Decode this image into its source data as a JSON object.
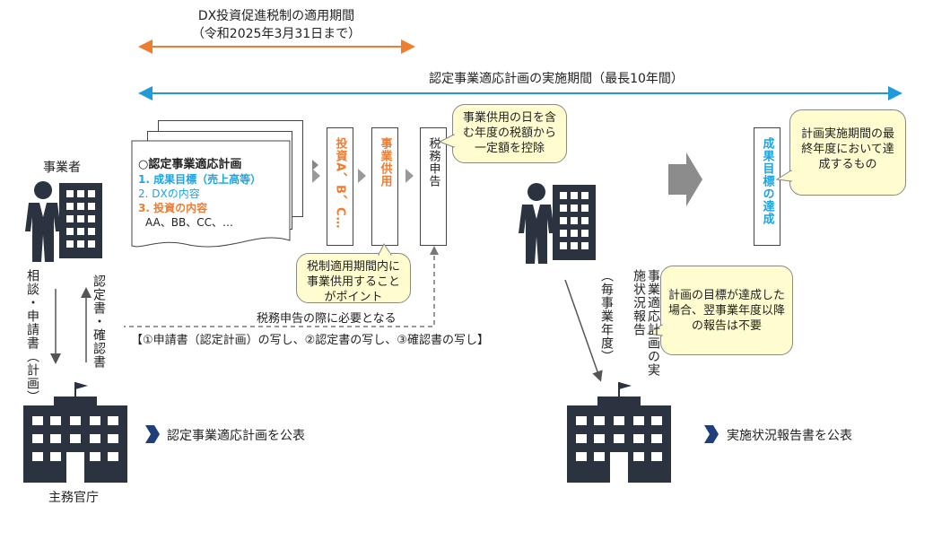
{
  "tax_period": {
    "line1": "DX投資促進税制の適用期間",
    "line2": "（令和2025年3月31日まで）"
  },
  "plan_period": "認定事業適応計画の実施期間（最長10年間）",
  "business_operator": "事業者",
  "ministry": "主務官庁",
  "consult_application": "相談・申請書（計画）",
  "certificate_confirmation": "認定書・確認書",
  "document": {
    "title": "○認定事業適応計画",
    "item1": "1.  成果目標（売上高等）",
    "item2": "2.  DXの内容",
    "item3": "3.  投資の内容",
    "item4": "AA、BB、CC、…"
  },
  "steps": {
    "investment": "投資A、B、C…",
    "business_use": "事業供用",
    "tax_return": "税務申告",
    "goal_achievement": "成果目標の達成"
  },
  "callouts": {
    "deduction": "事業供用の日を含む年度の税額から一定額を控除",
    "point": "税制適用期間内に事業供用することがポイント",
    "final_year": "計画実施期間の最終年度において達成するもの",
    "no_report": "計画の目標が達成した場合、翌事業年度以降の報告は不要"
  },
  "tax_filing_needed": "税務申告の際に必要となる",
  "copies": "【①申請書（認定計画）の写し、②認定書の写し、③確認書の写し】",
  "status_report": "事業適応計画の実施状況報告",
  "status_report_annual": "（毎事業年度）",
  "publish_plan": "認定事業適応計画を公表",
  "publish_report": "実施状況報告書を公表",
  "colors": {
    "tax_period_arrow": "#ee7d31",
    "plan_period_arrow": "#1f9bd8",
    "accent_blue": "#1fa3e0",
    "accent_orange": "#ee7d31",
    "callout_fill": "#fffdd0",
    "icon_dark": "#2b3240",
    "publish_arrow": "#1f3f7a"
  }
}
